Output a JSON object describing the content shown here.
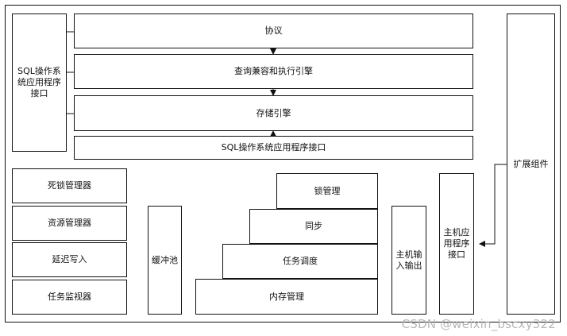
{
  "diagram": {
    "sql_interface_left": "SQL操作系统应用程序接口",
    "protocol": "协议",
    "query_engine": "查询兼容和执行引擎",
    "storage_engine": "存储引擎",
    "sql_interface_bottom": "SQL操作系统应用程序接口",
    "extension": "扩展组件",
    "deadlock_manager": "死锁管理器",
    "resource_manager": "资源管理器",
    "lazy_writer": "延迟写入",
    "task_monitor": "任务监视器",
    "buffer_pool": "缓冲池",
    "lock_manager": "锁管理",
    "sync": "同步",
    "scheduling": "任务调度",
    "memory_manager": "内存管理",
    "host_io": "主机输入输出",
    "host_api": "主机应用程序接口"
  },
  "watermark": "CSDN @weixin_bscxy322"
}
